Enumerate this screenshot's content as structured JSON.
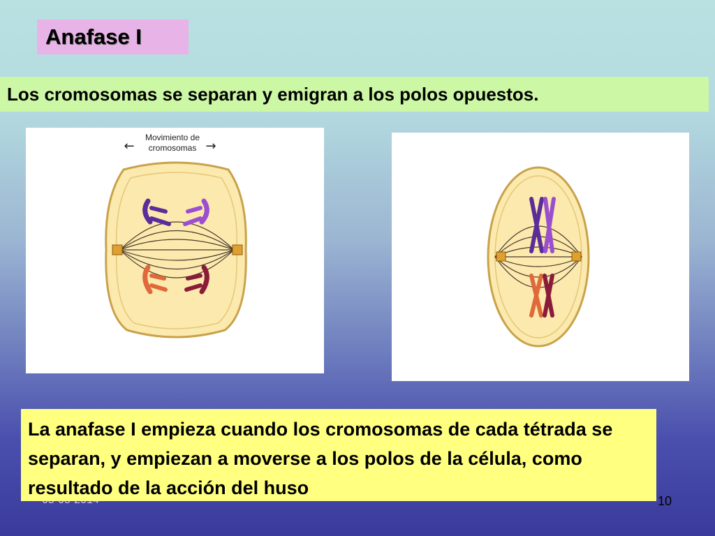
{
  "slide": {
    "title": "Anafase I",
    "subtitle": "Los cromosomas se separan y emigran a los polos opuestos.",
    "note": "La anafase I empieza cuando los cromosomas de cada tétrada se separan, y empiezan a moverse a los polos de la célula, como resultado de la acción del huso",
    "date": "05-05-2014",
    "page_number": "10"
  },
  "figure_left": {
    "label_line1": "Movimiento de",
    "label_line2": "cromosomas",
    "arrow_left": "←",
    "arrow_right": "→"
  },
  "colors": {
    "cell_fill": "#fbe9ae",
    "cell_outline": "#c9a24a",
    "spindle": "#4a3b2a",
    "chrom_blue": "#5b2d9a",
    "chrom_purple": "#9b4fd0",
    "chrom_orange": "#e0683a",
    "chrom_red": "#8a1c3a"
  }
}
